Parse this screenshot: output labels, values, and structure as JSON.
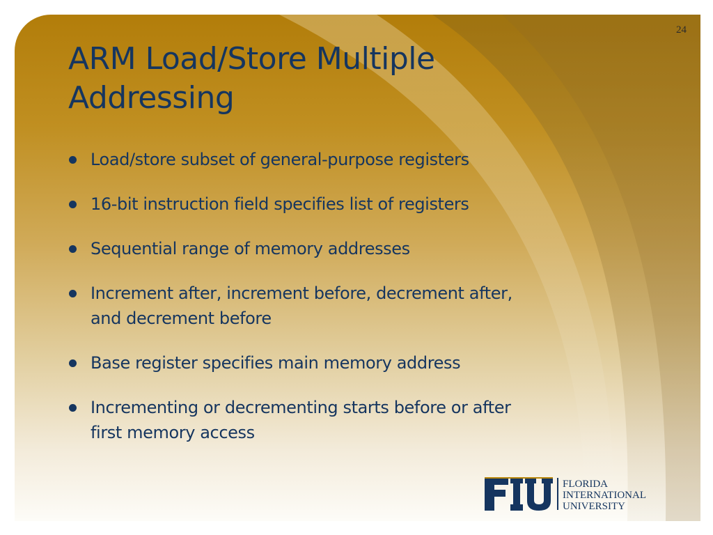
{
  "slide": {
    "number": "24",
    "title_lines": [
      "ARM Load/Store Multiple",
      "Addressing"
    ],
    "bullets": [
      {
        "lines": [
          "Load/store subset of general-purpose registers"
        ]
      },
      {
        "lines": [
          "16-bit instruction field specifies list of registers"
        ]
      },
      {
        "lines": [
          "Sequential range of memory addresses"
        ]
      },
      {
        "lines": [
          "Increment after, increment before, decrement after,",
          "and decrement before"
        ]
      },
      {
        "lines": [
          "Base register specifies main memory address"
        ]
      },
      {
        "lines": [
          "Incrementing or decrementing starts before or after",
          "first memory access"
        ]
      }
    ]
  },
  "logo": {
    "mark": "FIU",
    "lines": [
      "FLORIDA",
      "INTERNATIONAL",
      "UNIVERSITY"
    ],
    "color": "#15355f",
    "accent": "#b8860b"
  },
  "colors": {
    "text": "#15355f",
    "background_top": "#b27d0a",
    "background_bottom": "#fdfcf8"
  }
}
